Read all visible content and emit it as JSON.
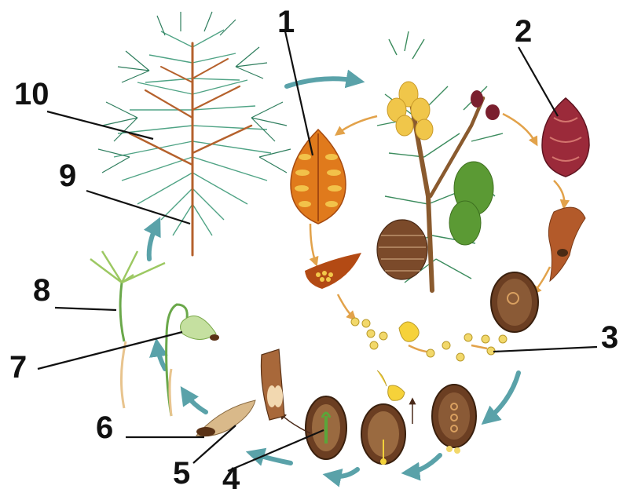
{
  "labels": {
    "n1": "1",
    "n2": "2",
    "n3": "3",
    "n4": "4",
    "n5": "5",
    "n6": "6",
    "n7": "7",
    "n8": "8",
    "n9": "9",
    "n10": "10"
  },
  "colors": {
    "cycle_arrow": "#5aa2a9",
    "needles": "#2f8a6a",
    "bark": "#b5612c",
    "male_cone": "#e0922a",
    "female_cone": "#9b2a3a",
    "pollen": "#f2d23c",
    "green_cone": "#4f8f2e",
    "mature_cone": "#7a4a2a",
    "ovule": "#6b3e22",
    "seed_wing": "#d9b98a",
    "seedling_green": "#9cc862",
    "root": "#e8c48e"
  }
}
